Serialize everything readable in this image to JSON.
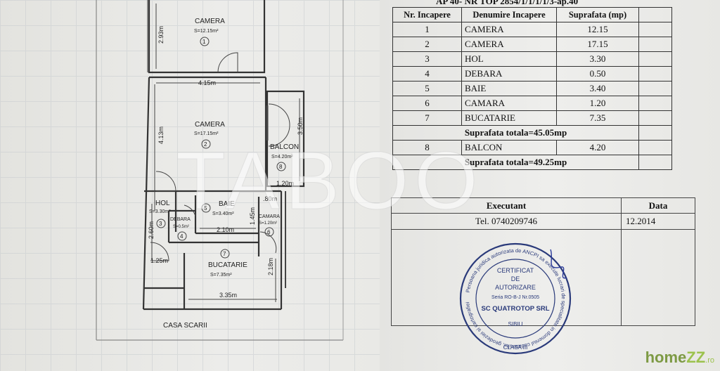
{
  "plan": {
    "rooms": [
      {
        "label": "CAMERA",
        "area": "S=12.15m²",
        "num": "1"
      },
      {
        "label": "CAMERA",
        "area": "S=17.15m²",
        "num": "2"
      },
      {
        "label": "HOL",
        "area": "S=3.30m²",
        "num": "3"
      },
      {
        "label": "DEBARA",
        "area": "S=0.5m²",
        "num": "4"
      },
      {
        "label": "BAIE",
        "area": "S=3.40m²",
        "num": "5"
      },
      {
        "label": "CAMARA",
        "area": "S=1.20m²",
        "num": "6"
      },
      {
        "label": "BUCATARIE",
        "area": "S=7.35m²",
        "num": "7"
      },
      {
        "label": "BALCON",
        "area": "S=4.20m²",
        "num": "8"
      }
    ],
    "dims": {
      "d293": "2.93m",
      "d415": "4.15m",
      "d413": "4.13m",
      "d350": "3.50m",
      "d120": "1.20m",
      "d80": ".80m",
      "d145": "1.45m",
      "d260": "2.60m",
      "d210": "2.10m",
      "d125": "1.25m",
      "d218": "2.18m",
      "d335": "3.35m"
    },
    "stair_label": "CASA SCARII"
  },
  "rooms_table": {
    "title": "AP 40- NR TOP 2854/1/1/1/1/3-ap.40",
    "headers": [
      "Nr. Incapere",
      "Denumire Incapere",
      "Suprafata (mp)"
    ],
    "rows": [
      [
        "1",
        "CAMERA",
        "12.15"
      ],
      [
        "2",
        "CAMERA",
        "17.15"
      ],
      [
        "3",
        "HOL",
        "3.30"
      ],
      [
        "4",
        "DEBARA",
        "0.50"
      ],
      [
        "5",
        "BAIE",
        "3.40"
      ],
      [
        "6",
        "CAMARA",
        "1.20"
      ],
      [
        "7",
        "BUCATARIE",
        "7.35"
      ]
    ],
    "total1": "Suprafata totala=45.05mp",
    "balcon_row": [
      "8",
      "BALCON",
      "4.20"
    ],
    "total2": "Suprafata totala=49.25mp"
  },
  "exec_table": {
    "h_executant": "Executant",
    "h_data": "Data",
    "tel": "Tel. 0740209746",
    "date": "12.2014"
  },
  "stamp": {
    "line1": "CERTIFICAT",
    "line2": "DE",
    "line3": "AUTORIZARE",
    "serie": "Seria RO-B-J Nr.0505",
    "company": "SC QUATROTOP SRL",
    "city": "SIBIU",
    "clasa": "CLASA III",
    "ring": "Persoana juridica autorizata de ANCPI sa execute lucrari de specialitate in domeniul cadastrului, geodeziei si cartografiei"
  },
  "watermark": "TABOO",
  "brand": {
    "home": "home",
    "zz": "ZZ",
    "ro": ".ro"
  }
}
